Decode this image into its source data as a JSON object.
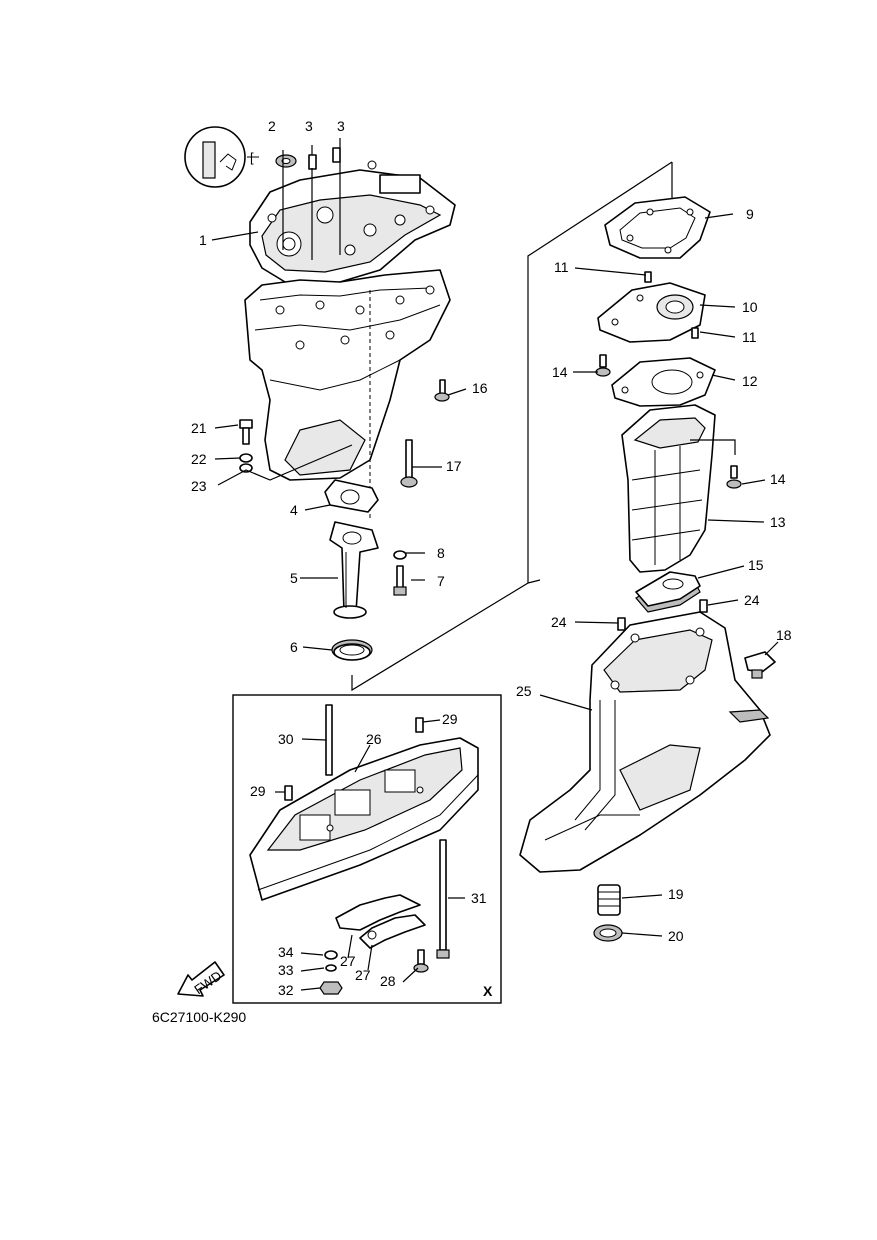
{
  "diagram": {
    "part_code": "6C27100-K290",
    "fwd_label": "FWD",
    "inset_label": "X",
    "callouts": {
      "c1": "1",
      "c2": "2",
      "c3a": "3",
      "c3b": "3",
      "c4": "4",
      "c5": "5",
      "c6": "6",
      "c7": "7",
      "c8": "8",
      "c9": "9",
      "c10": "10",
      "c11a": "11",
      "c11b": "11",
      "c12": "12",
      "c13": "13",
      "c14a": "14",
      "c14b": "14",
      "c15": "15",
      "c16": "16",
      "c17": "17",
      "c18": "18",
      "c19": "19",
      "c20": "20",
      "c21": "21",
      "c22": "22",
      "c23": "23",
      "c24a": "24",
      "c24b": "24",
      "c25": "25",
      "c26": "26",
      "c27a": "27",
      "c27b": "27",
      "c28": "28",
      "c29a": "29",
      "c29b": "29",
      "c30": "30",
      "c31": "31",
      "c32": "32",
      "c33": "33",
      "c34": "34"
    }
  }
}
